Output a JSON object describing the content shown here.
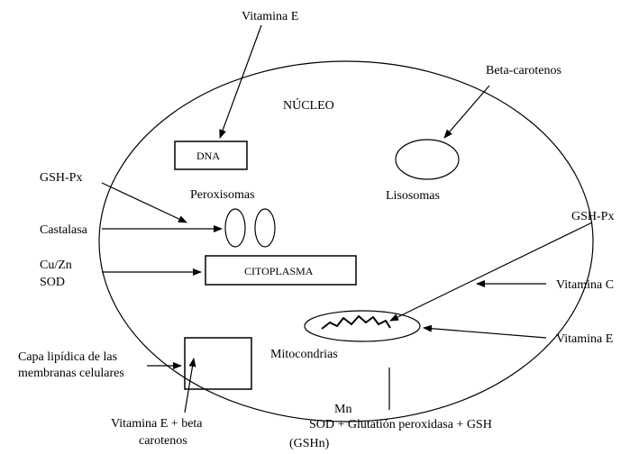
{
  "labels": {
    "vitamina_e_top": "Vitamina E",
    "nucleo": "NÚCLEO",
    "beta_carotenos": "Beta-carotenos",
    "dna": "DNA",
    "lisosomas": "Lisosomas",
    "gsh_px_left": "GSH-Px",
    "peroxisomas": "Peroxisomas",
    "castalasa": "Castalasa",
    "cu_zn": "Cu/Zn",
    "sod_left": "SOD",
    "citoplasma": "CITOPLASMA",
    "gsh_px_right": "GSH-Px",
    "vitamina_c": "Vitamina C",
    "vitamina_e_right": "Vitamina E",
    "mitocondrias": "Mitocondrias",
    "capa_line1": "Capa lipídica de las",
    "capa_line2": "membranas celulares",
    "vit_e_beta_line1": "Vitamina E + beta",
    "vit_e_beta_line2": "carotenos",
    "mn": "Mn",
    "sod_bottom": "SOD + Glutatión peroxidasa + GSH",
    "gshn": "(GSHn)"
  }
}
